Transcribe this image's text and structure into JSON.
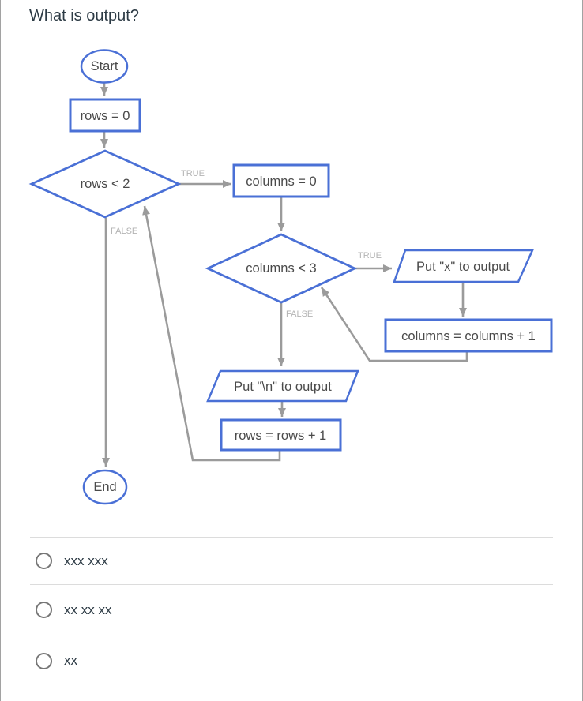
{
  "question": {
    "title": "What is output?"
  },
  "flowchart": {
    "colors": {
      "shape_stroke": "#4a70d6",
      "shape_fill": "#ffffff",
      "connector": "#9b9b9b",
      "edge_label": "#b3b3b3",
      "node_text": "#4a4a4a"
    },
    "nodes": {
      "start": "Start",
      "init_rows": "rows = 0",
      "cond_rows": "rows < 2",
      "init_columns": "columns = 0",
      "cond_columns": "columns < 3",
      "put_x": "Put \"x\" to output",
      "inc_columns": "columns = columns + 1",
      "put_newline": "Put \"\\n\" to output",
      "inc_rows": "rows = rows + 1",
      "end": "End"
    },
    "edge_labels": {
      "rows_true": "TRUE",
      "rows_false": "FALSE",
      "columns_true": "TRUE",
      "columns_false": "FALSE"
    }
  },
  "options": [
    {
      "label": "xxx xxx"
    },
    {
      "label": "xx xx xx"
    },
    {
      "label": "xx"
    }
  ]
}
